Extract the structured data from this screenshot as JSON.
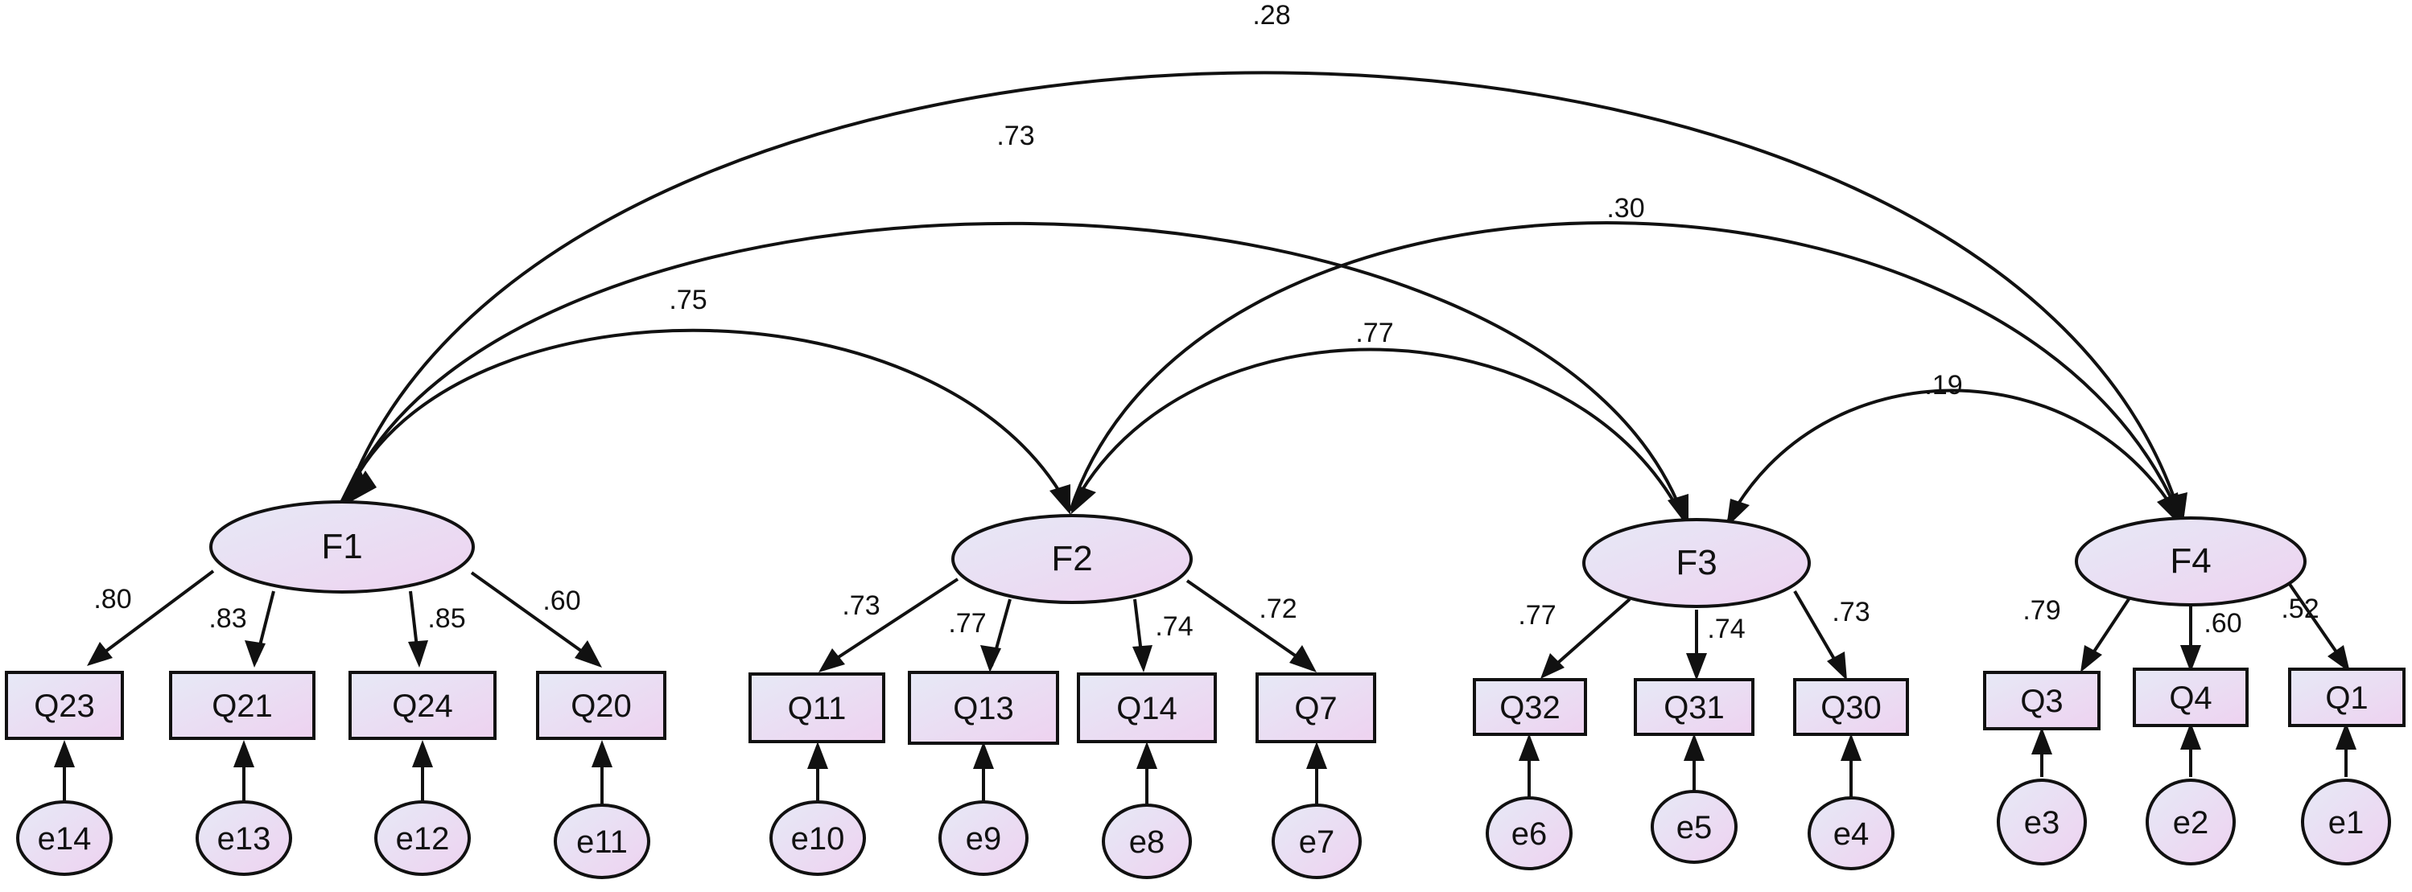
{
  "colors": {
    "fill_start": "#e6e9f6",
    "fill_end": "#eed2f0",
    "stroke": "#111111",
    "background": "#ffffff"
  },
  "factors": [
    {
      "id": "F1",
      "label": "F1"
    },
    {
      "id": "F2",
      "label": "F2"
    },
    {
      "id": "F3",
      "label": "F3"
    },
    {
      "id": "F4",
      "label": "F4"
    }
  ],
  "indicators": [
    {
      "id": "Q23",
      "label": "Q23",
      "factor": "F1",
      "loading": ".80",
      "error": "e14"
    },
    {
      "id": "Q21",
      "label": "Q21",
      "factor": "F1",
      "loading": ".83",
      "error": "e13"
    },
    {
      "id": "Q24",
      "label": "Q24",
      "factor": "F1",
      "loading": ".85",
      "error": "e12"
    },
    {
      "id": "Q20",
      "label": "Q20",
      "factor": "F1",
      "loading": ".60",
      "error": "e11"
    },
    {
      "id": "Q11",
      "label": "Q11",
      "factor": "F2",
      "loading": ".73",
      "error": "e10"
    },
    {
      "id": "Q13",
      "label": "Q13",
      "factor": "F2",
      "loading": ".77",
      "error": "e9"
    },
    {
      "id": "Q14",
      "label": "Q14",
      "factor": "F2",
      "loading": ".74",
      "error": "e8"
    },
    {
      "id": "Q7",
      "label": "Q7",
      "factor": "F2",
      "loading": ".72",
      "error": "e7"
    },
    {
      "id": "Q32",
      "label": "Q32",
      "factor": "F3",
      "loading": ".77",
      "error": "e6"
    },
    {
      "id": "Q31",
      "label": "Q31",
      "factor": "F3",
      "loading": ".74",
      "error": "e5"
    },
    {
      "id": "Q30",
      "label": "Q30",
      "factor": "F3",
      "loading": ".73",
      "error": "e4"
    },
    {
      "id": "Q3",
      "label": "Q3",
      "factor": "F4",
      "loading": ".79",
      "error": "e3"
    },
    {
      "id": "Q4",
      "label": "Q4",
      "factor": "F4",
      "loading": ".60",
      "error": "e2"
    },
    {
      "id": "Q1",
      "label": "Q1",
      "factor": "F4",
      "loading": ".52",
      "error": "e1"
    }
  ],
  "correlations": [
    {
      "from": "F1",
      "to": "F2",
      "value": ".75"
    },
    {
      "from": "F1",
      "to": "F3",
      "value": ".73"
    },
    {
      "from": "F1",
      "to": "F4",
      "value": ".28"
    },
    {
      "from": "F2",
      "to": "F3",
      "value": ".77"
    },
    {
      "from": "F2",
      "to": "F4",
      "value": ".30"
    },
    {
      "from": "F3",
      "to": "F4",
      "value": ".19"
    }
  ]
}
